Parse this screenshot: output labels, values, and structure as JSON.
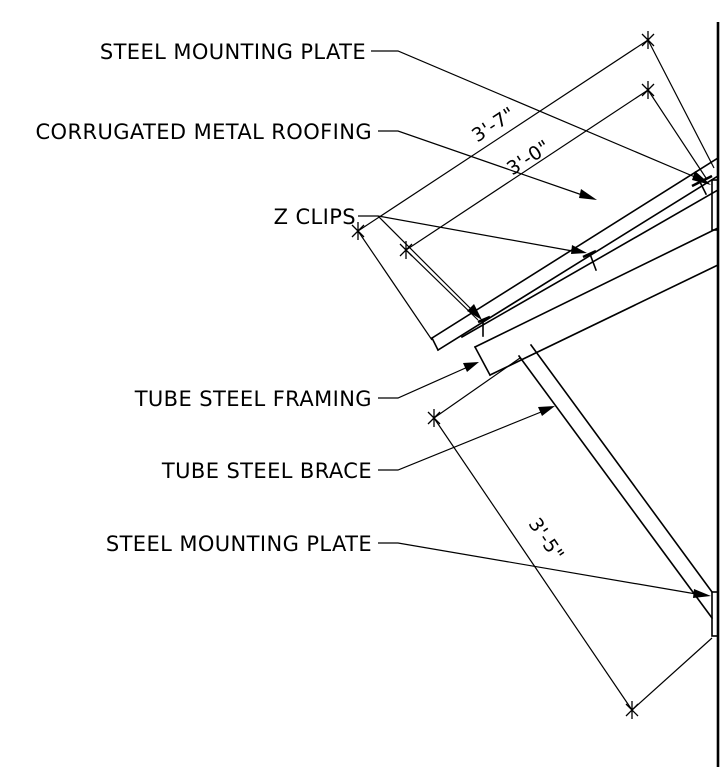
{
  "callouts": {
    "mounting_plate_top": "STEEL MOUNTING PLATE",
    "corrugated_roofing": "CORRUGATED METAL ROOFING",
    "z_clips": "Z CLIPS",
    "tube_framing": "TUBE STEEL FRAMING",
    "tube_brace": "TUBE STEEL BRACE",
    "mounting_plate_bottom": "STEEL MOUNTING PLATE"
  },
  "dimensions": {
    "overall_length": "3'-7\"",
    "roofing_length": "3'-0\"",
    "brace_length": "3'-5\""
  }
}
